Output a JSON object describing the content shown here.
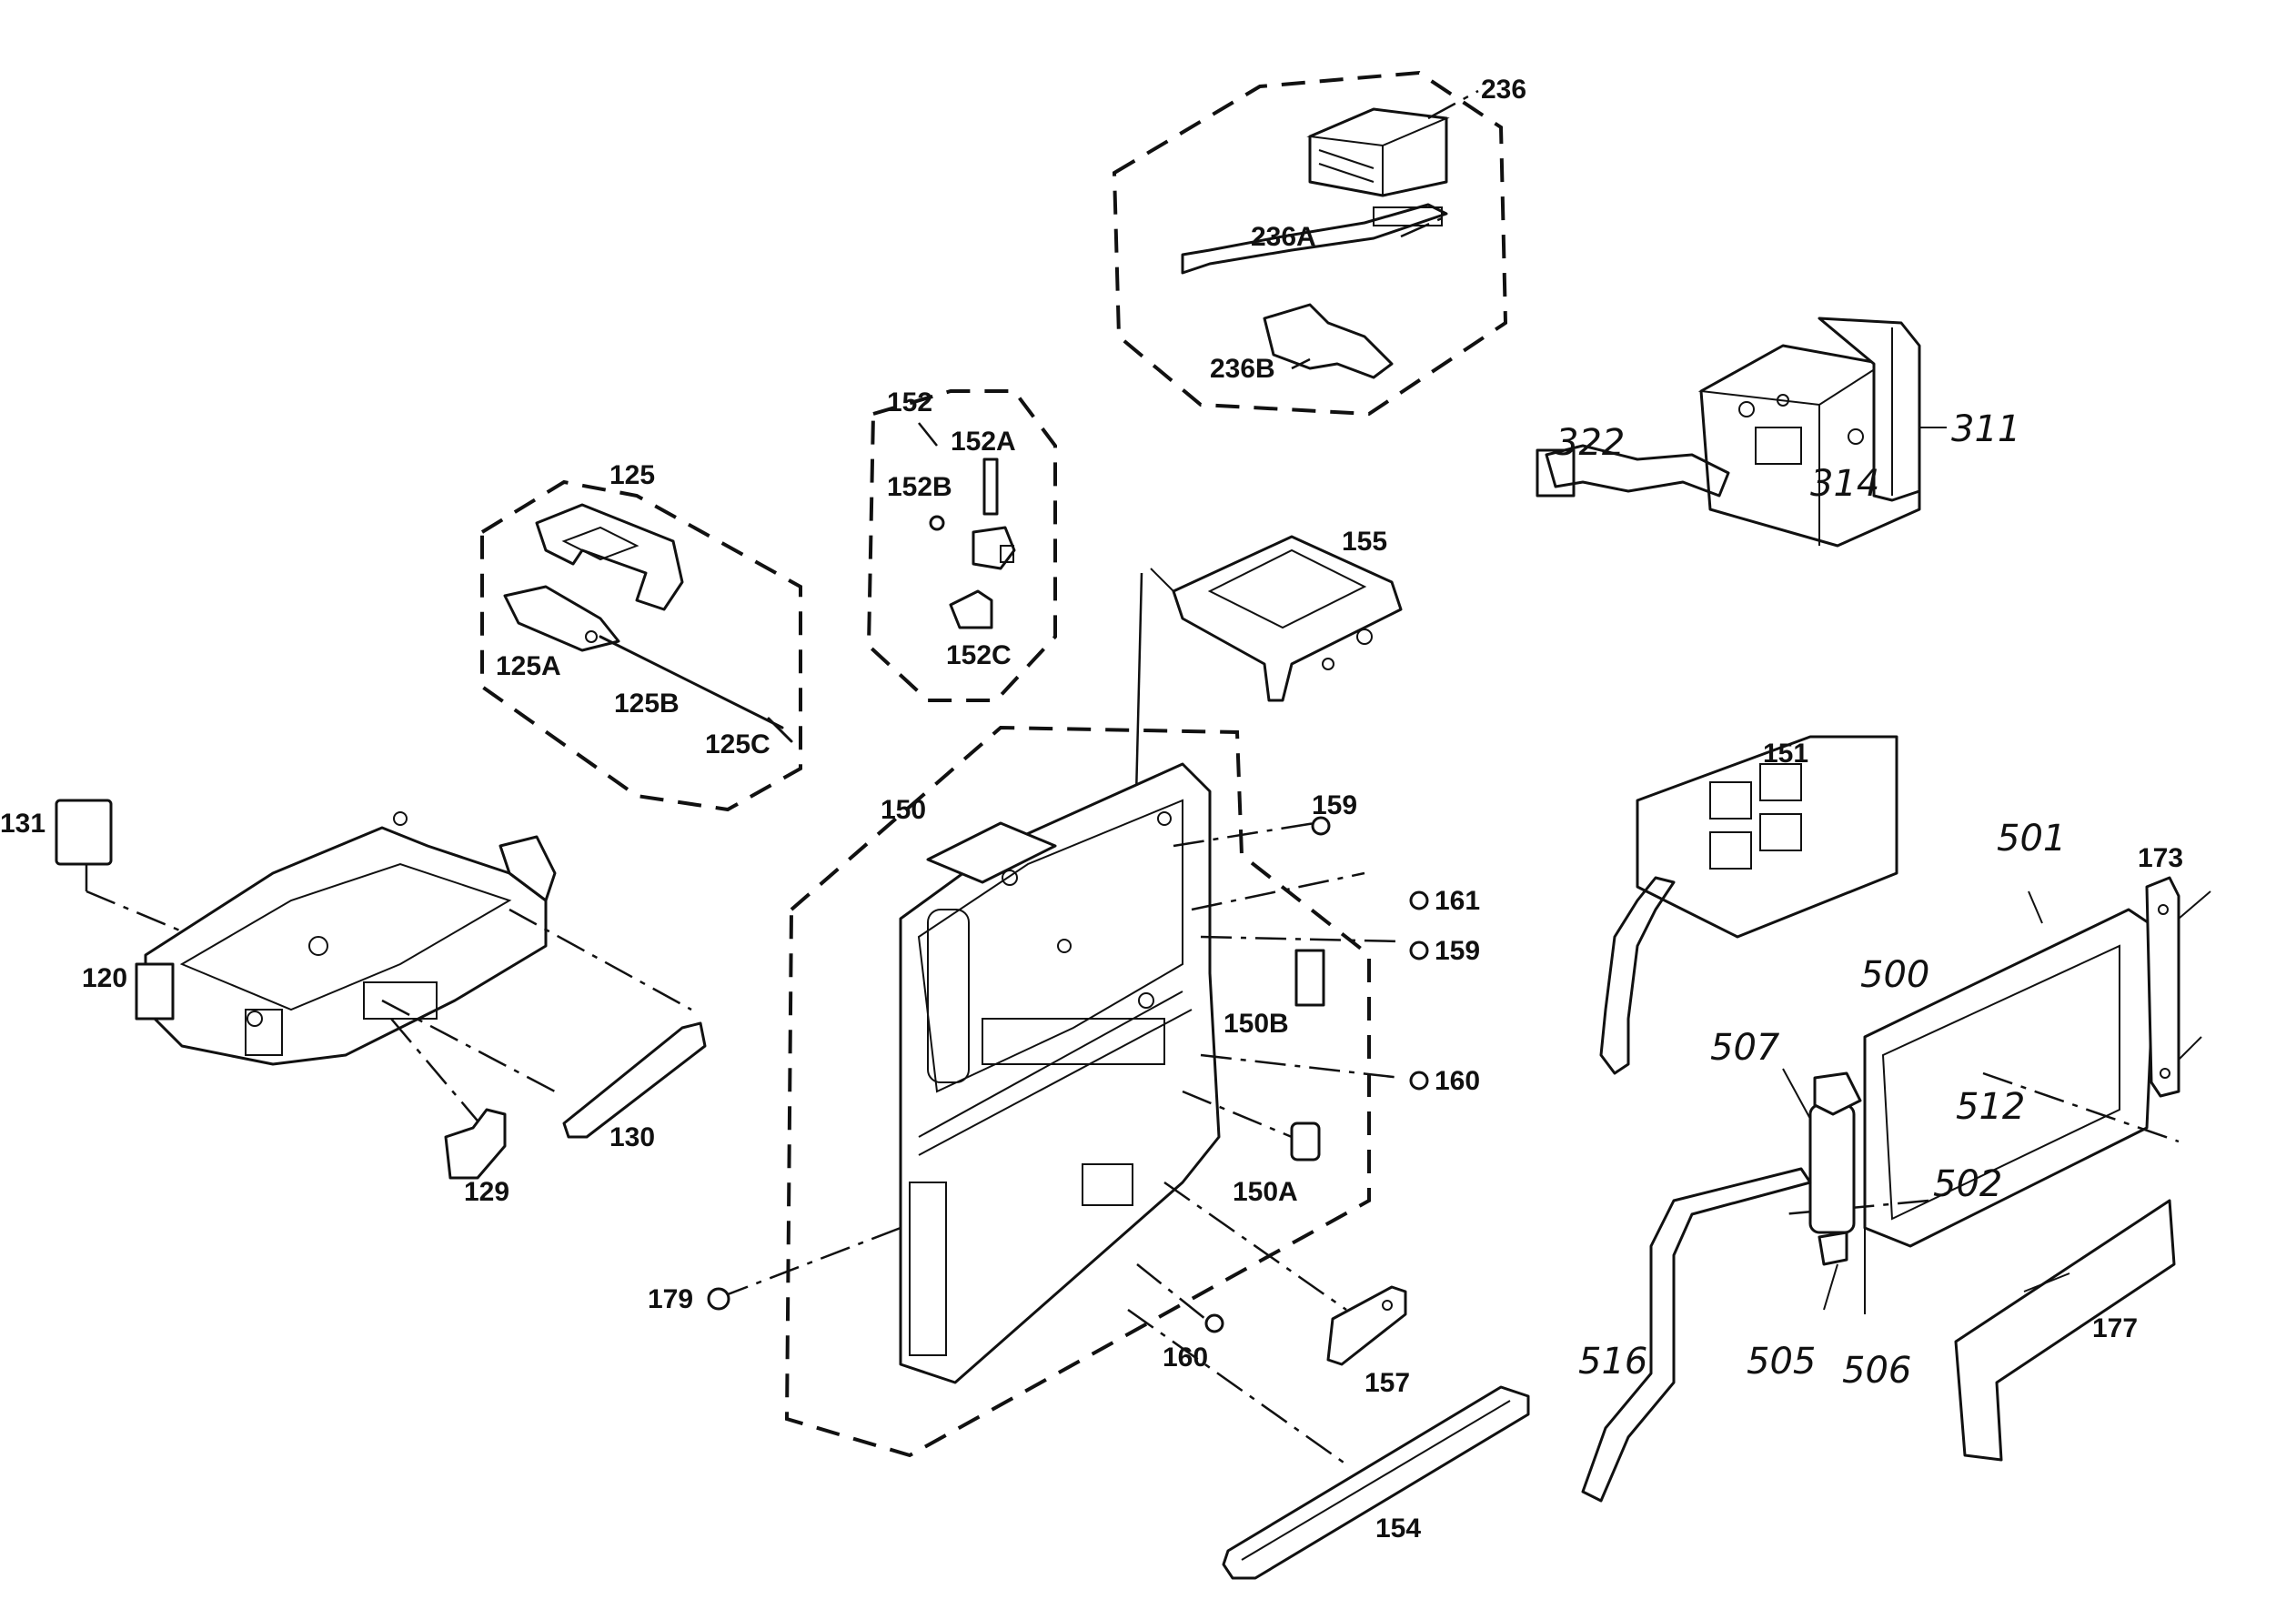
{
  "labels": {
    "p236": "236",
    "p236A": "236A",
    "p236B": "236B",
    "p311": "311",
    "p314": "314",
    "p322": "322",
    "p152": "152",
    "p152A": "152A",
    "p152B": "152B",
    "p152C": "152C",
    "p155": "155",
    "p125": "125",
    "p125A": "125A",
    "p125B": "125B",
    "p125C": "125C",
    "p131": "131",
    "p120": "120",
    "p129": "129",
    "p130": "130",
    "p150": "150",
    "p150A": "150A",
    "p150B": "150B",
    "p159a": "159",
    "p159b": "159",
    "p161": "161",
    "p160a": "160",
    "p160b": "160",
    "p179": "179",
    "p157": "157",
    "p154": "154",
    "p151": "151",
    "p500": "500",
    "p501": "501",
    "p502": "502",
    "p505": "505",
    "p506": "506",
    "p507": "507",
    "p512": "512",
    "p516": "516",
    "p173": "173",
    "p177": "177"
  }
}
